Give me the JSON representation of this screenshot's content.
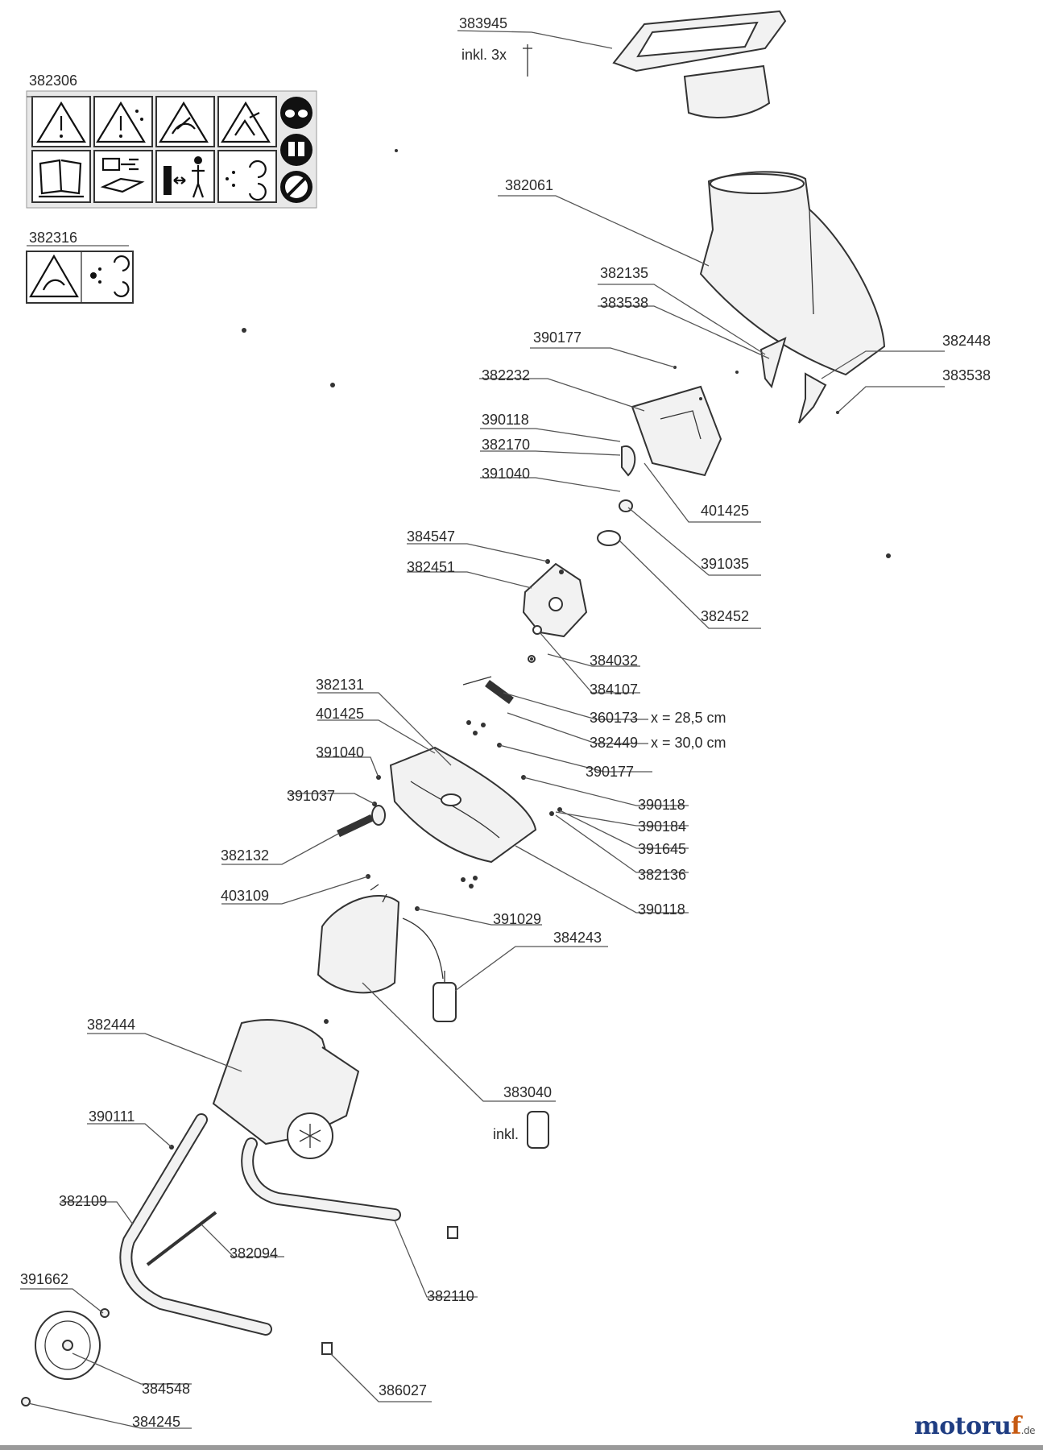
{
  "labels": {
    "l383945": "383945",
    "inkl3x": "inkl. 3x",
    "l382306": "382306",
    "l382316": "382316",
    "l382061": "382061",
    "l382135": "382135",
    "l383538a": "383538",
    "l390177a": "390177",
    "l382448": "382448",
    "l383538b": "383538",
    "l382232": "382232",
    "l390118a": "390118",
    "l382170": "382170",
    "l391040a": "391040",
    "l401425a": "401425",
    "l384547": "384547",
    "l382451": "382451",
    "l391035": "391035",
    "l382452": "382452",
    "l384032": "384032",
    "l384107": "384107",
    "l382131": "382131",
    "l360173": "360173",
    "x285": "x = 28,5 cm",
    "l382449": "382449",
    "x300": "x = 30,0 cm",
    "l401425b": "401425",
    "l391040b": "391040",
    "l390177b": "390177",
    "l391037": "391037",
    "l390118b": "390118",
    "l390184": "390184",
    "l391645": "391645",
    "l382132": "382132",
    "l382136": "382136",
    "l390118c": "390118",
    "l403109": "403109",
    "l391029": "391029",
    "l384243": "384243",
    "l382444": "382444",
    "l383040": "383040",
    "inkl": "inkl.",
    "l390111": "390111",
    "l382109": "382109",
    "l382094": "382094",
    "l382110": "382110",
    "l391662": "391662",
    "l384548": "384548",
    "l386027": "386027",
    "l384245": "384245"
  },
  "brand": {
    "part1": "motoru",
    "part2": "f",
    "suffix": ".de"
  },
  "icons": {
    "sticker_382306": [
      "warning-icon",
      "warning-debris-icon",
      "warning-hand-icon",
      "warning-feet-icon",
      "eye-protection-icon",
      "read-manual-icon",
      "unplug-before-maintenance-icon",
      "keep-distance-icon",
      "rotating-blade-icon",
      "ear-protection-icon",
      "no-rain-icon"
    ],
    "sticker_382316": [
      "warning-hand-icon",
      "rotating-blade-icon"
    ]
  }
}
